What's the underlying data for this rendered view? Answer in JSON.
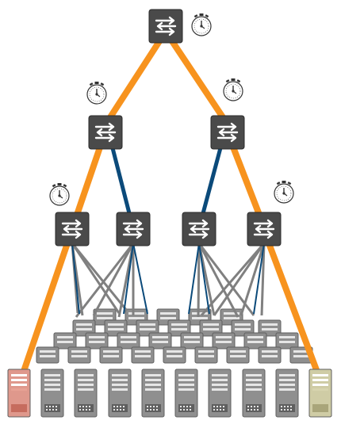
{
  "colors": {
    "background": "#ffffff",
    "switch_fill": "#4a4a4a",
    "switch_border": "#2a2a2a",
    "switch_arrow": "#ffffff",
    "link_highlight": "#f7931e",
    "link_uplink": "#0b4a7a",
    "link_cross": "#808080",
    "server_fill": "#8f8f8f",
    "server_dark": "#5f5f5f",
    "server_light": "#e6e6e6",
    "server_source": "#e89a8c",
    "server_destination": "#d6d3a8",
    "clock_face": "#ffffff",
    "clock_stroke": "#333333"
  },
  "switches": {
    "core": {
      "icon": "switch-arrows-icon",
      "has_clock": true
    },
    "aggregation": [
      {
        "id": "agg-left",
        "icon": "switch-arrows-icon",
        "has_clock": true
      },
      {
        "id": "agg-right",
        "icon": "switch-arrows-icon",
        "has_clock": true
      }
    ],
    "access": [
      {
        "id": "access-1",
        "icon": "switch-arrows-icon",
        "has_clock": true
      },
      {
        "id": "access-2",
        "icon": "switch-arrows-icon",
        "has_clock": false
      },
      {
        "id": "access-3",
        "icon": "switch-arrows-icon",
        "has_clock": false
      },
      {
        "id": "access-4",
        "icon": "switch-arrows-icon",
        "has_clock": true
      }
    ]
  },
  "servers": {
    "icon": "server-tower-icon",
    "front_row_count": 10,
    "source_server": "left-end",
    "destination_server": "right-end"
  },
  "clock_icon": "stopwatch-icon"
}
